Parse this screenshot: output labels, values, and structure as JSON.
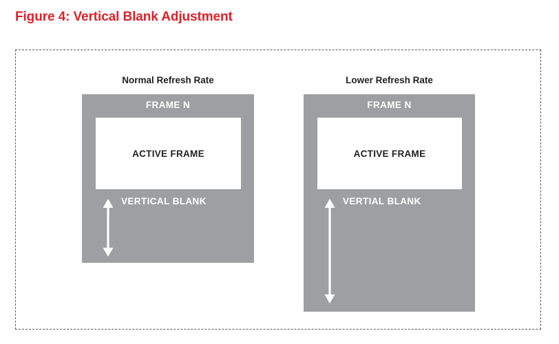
{
  "figure": {
    "title": "Figure 4: Vertical Blank Adjustment",
    "title_color": "#D8232A",
    "border_style": "dashed",
    "border_color": "#58595B"
  },
  "colors": {
    "gray_block": "#9D9FA2",
    "active_frame_fill": "#FFFFFF",
    "label_on_gray": "#FFFFFF",
    "label_on_white": "#231F20"
  },
  "panels": [
    {
      "id": "normal",
      "title": "Normal Refresh Rate",
      "frame_label": "FRAME N",
      "active_frame_label": "ACTIVE FRAME",
      "vertical_blank_label": "VERTICAL BLANK",
      "arrow": {
        "name": "vertical-double-arrow",
        "direction": "double-headed-vertical",
        "color": "#FFFFFF"
      }
    },
    {
      "id": "lower",
      "title": "Lower Refresh Rate",
      "frame_label": "FRAME N",
      "active_frame_label": "ACTIVE FRAME",
      "vertical_blank_label": "VERTIAL BLANK",
      "arrow": {
        "name": "vertical-double-arrow",
        "direction": "double-headed-vertical",
        "color": "#FFFFFF"
      }
    }
  ]
}
